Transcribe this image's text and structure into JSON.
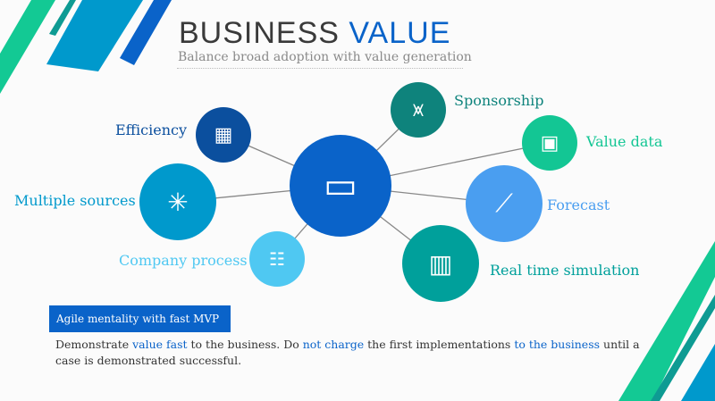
{
  "title": {
    "part1": "BUSINESS",
    "part2": "VALUE"
  },
  "subtitle": "Balance broad adoption with value generation",
  "center": {
    "icon": "treasure-chest-icon"
  },
  "nodes": [
    {
      "label": "Efficiency",
      "icon": "calculator-icon",
      "color": "#0b4f9e"
    },
    {
      "label": "Multiple sources",
      "icon": "network-icon",
      "color": "#0099cc"
    },
    {
      "label": "Company process",
      "icon": "team-meeting-icon",
      "color": "#4fc8f2"
    },
    {
      "label": "Sponsorship",
      "icon": "director-chair-icon",
      "color": "#0e837c"
    },
    {
      "label": "Value data",
      "icon": "floppy-disk-icon",
      "color": "#13c694"
    },
    {
      "label": "Forecast",
      "icon": "line-chart-icon",
      "color": "#4a9ef0"
    },
    {
      "label": "Real time simulation",
      "icon": "bar-chart-icon",
      "color": "#00a09b"
    }
  ],
  "agile": "Agile mentality with fast MVP",
  "desc": {
    "t1": "Demonstrate ",
    "b1": "value fast",
    "t2": " to the business. Do ",
    "b2": "not charge",
    "t3": " the first implementations ",
    "b3": "to the business",
    "t4": " until a case is demonstrated successful."
  }
}
